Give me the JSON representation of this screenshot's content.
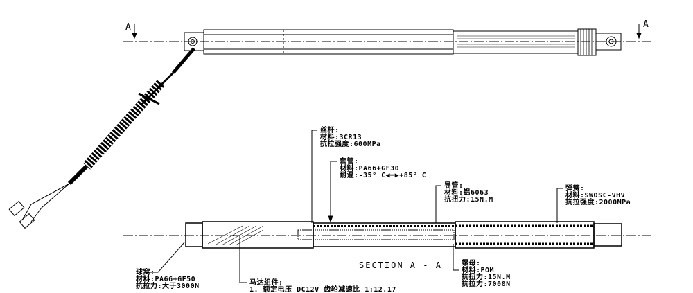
{
  "section_markers": {
    "left": "A",
    "right": "A"
  },
  "section_title": "SECTION A - A",
  "callouts": {
    "screw": {
      "name": "丝杆:",
      "material": "材料:3CR13",
      "strength": "抗拉强度:600MPa"
    },
    "sleeve": {
      "name": "套管:",
      "material": "材料:PA66+GF30",
      "temp": "耐温:-35° C◀━▶+85° C"
    },
    "guide_tube": {
      "name": "导管:",
      "material": "材料:铝6063",
      "torque": "抗扭力:15N.M"
    },
    "spring": {
      "name": "弹簧:",
      "material": "材料:SWOSC-VHV",
      "strength": "抗拉强度:2000MPa"
    },
    "ball_socket": {
      "name": "球窝:",
      "material": "材料:PA66+GF50",
      "force": "抗拉力:大于3000N"
    },
    "motor": {
      "name": "马达组件:",
      "spec": "1. 额定电压 DC12V  齿轮减速比 1:12.17"
    },
    "nut": {
      "name": "螺母:",
      "material": "材料:POM",
      "torque": "抗扭力:15N.M",
      "force": "抗拉力:7000N"
    }
  }
}
